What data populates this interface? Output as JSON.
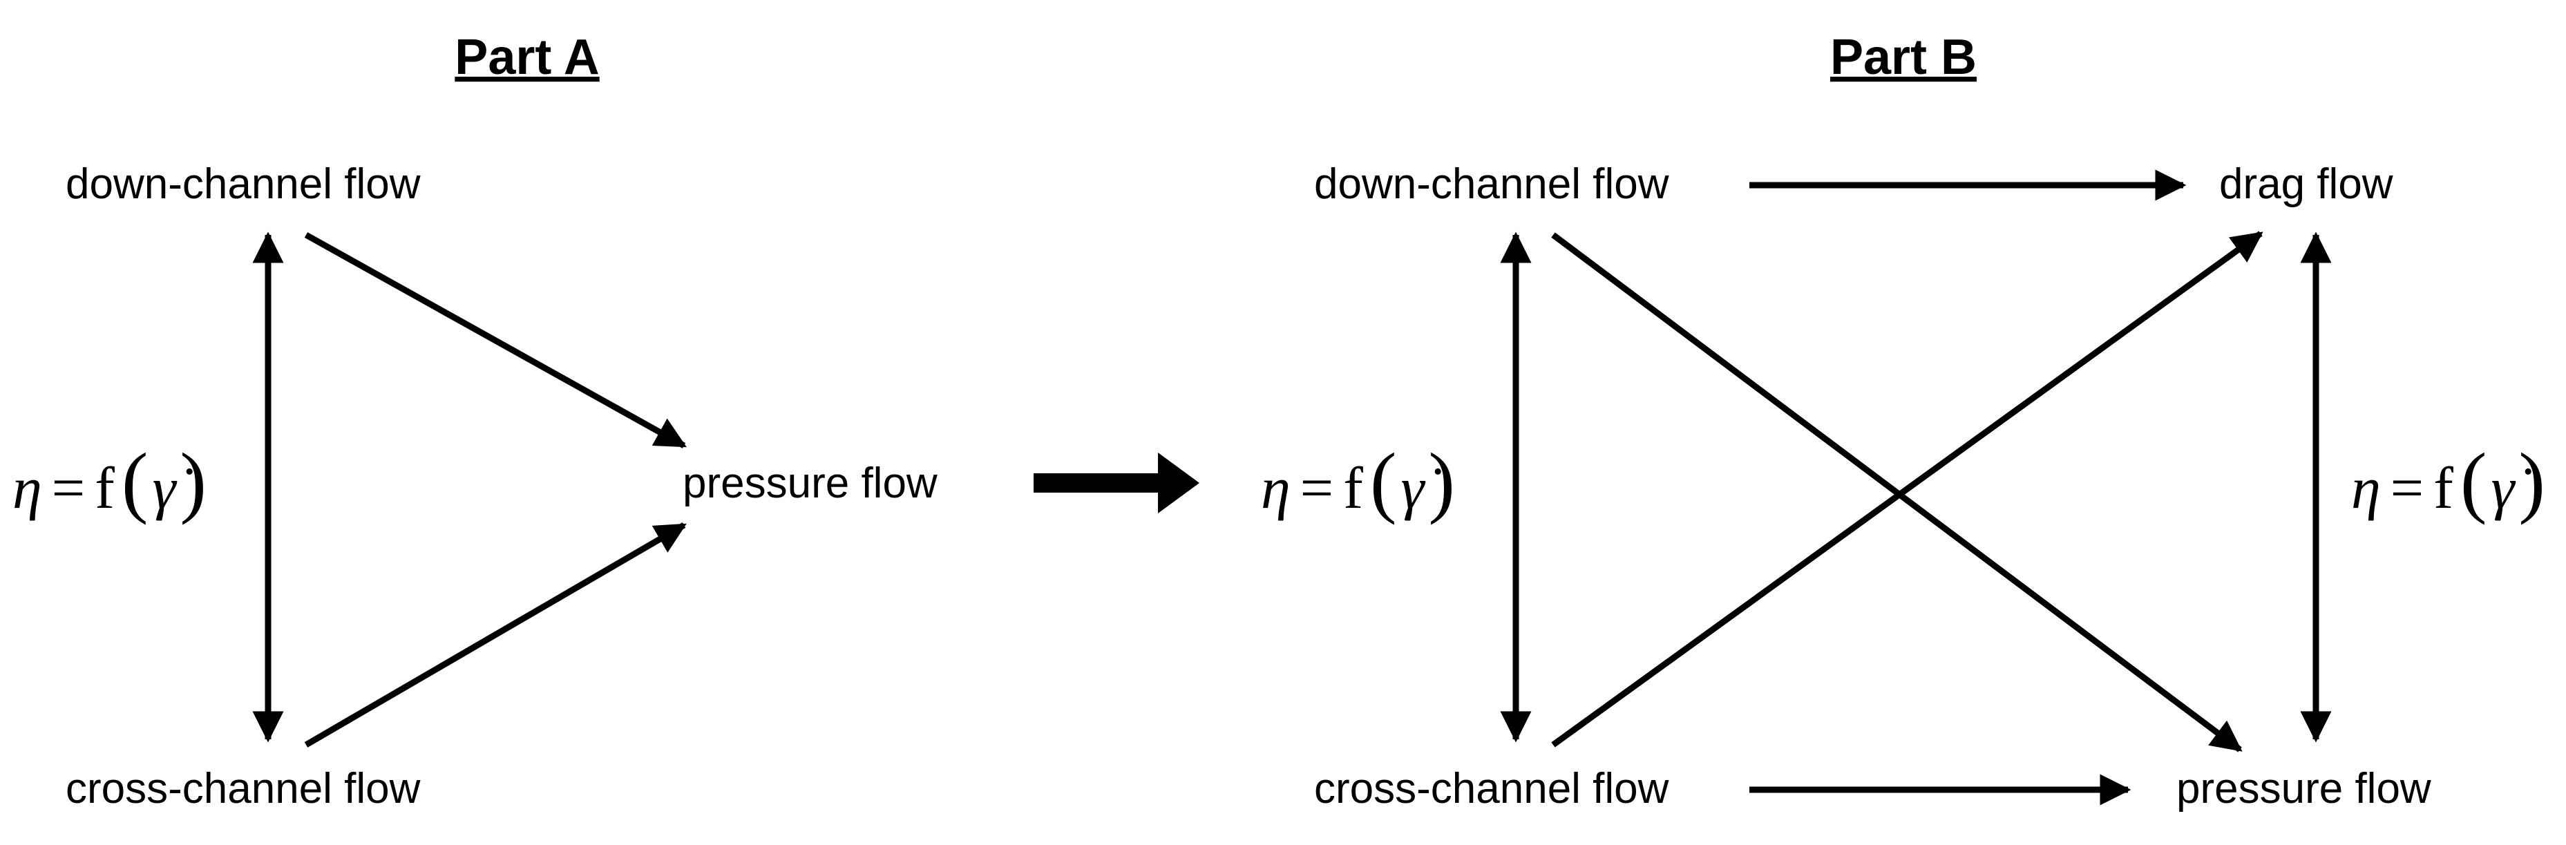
{
  "part_a": {
    "title": "Part A",
    "nodes": {
      "down": "down-channel flow",
      "cross": "cross-channel flow",
      "pressure": "pressure flow"
    },
    "relation": {
      "lhs": "η",
      "eq": "=",
      "func": "f",
      "open": "(",
      "arg": "γ̇",
      "close": ")"
    }
  },
  "part_b": {
    "title": "Part B",
    "nodes": {
      "down": "down-channel flow",
      "cross": "cross-channel flow",
      "drag": "drag flow",
      "pressure": "pressure flow"
    },
    "relation_left": {
      "lhs": "η",
      "eq": "=",
      "func": "f",
      "open": "(",
      "arg": "γ̇",
      "close": ")"
    },
    "relation_right": {
      "lhs": "η",
      "eq": "=",
      "func": "f",
      "open": "(",
      "arg": "γ̇",
      "close": ")"
    }
  },
  "colors": {
    "ink": "#000000",
    "background": "#ffffff"
  }
}
